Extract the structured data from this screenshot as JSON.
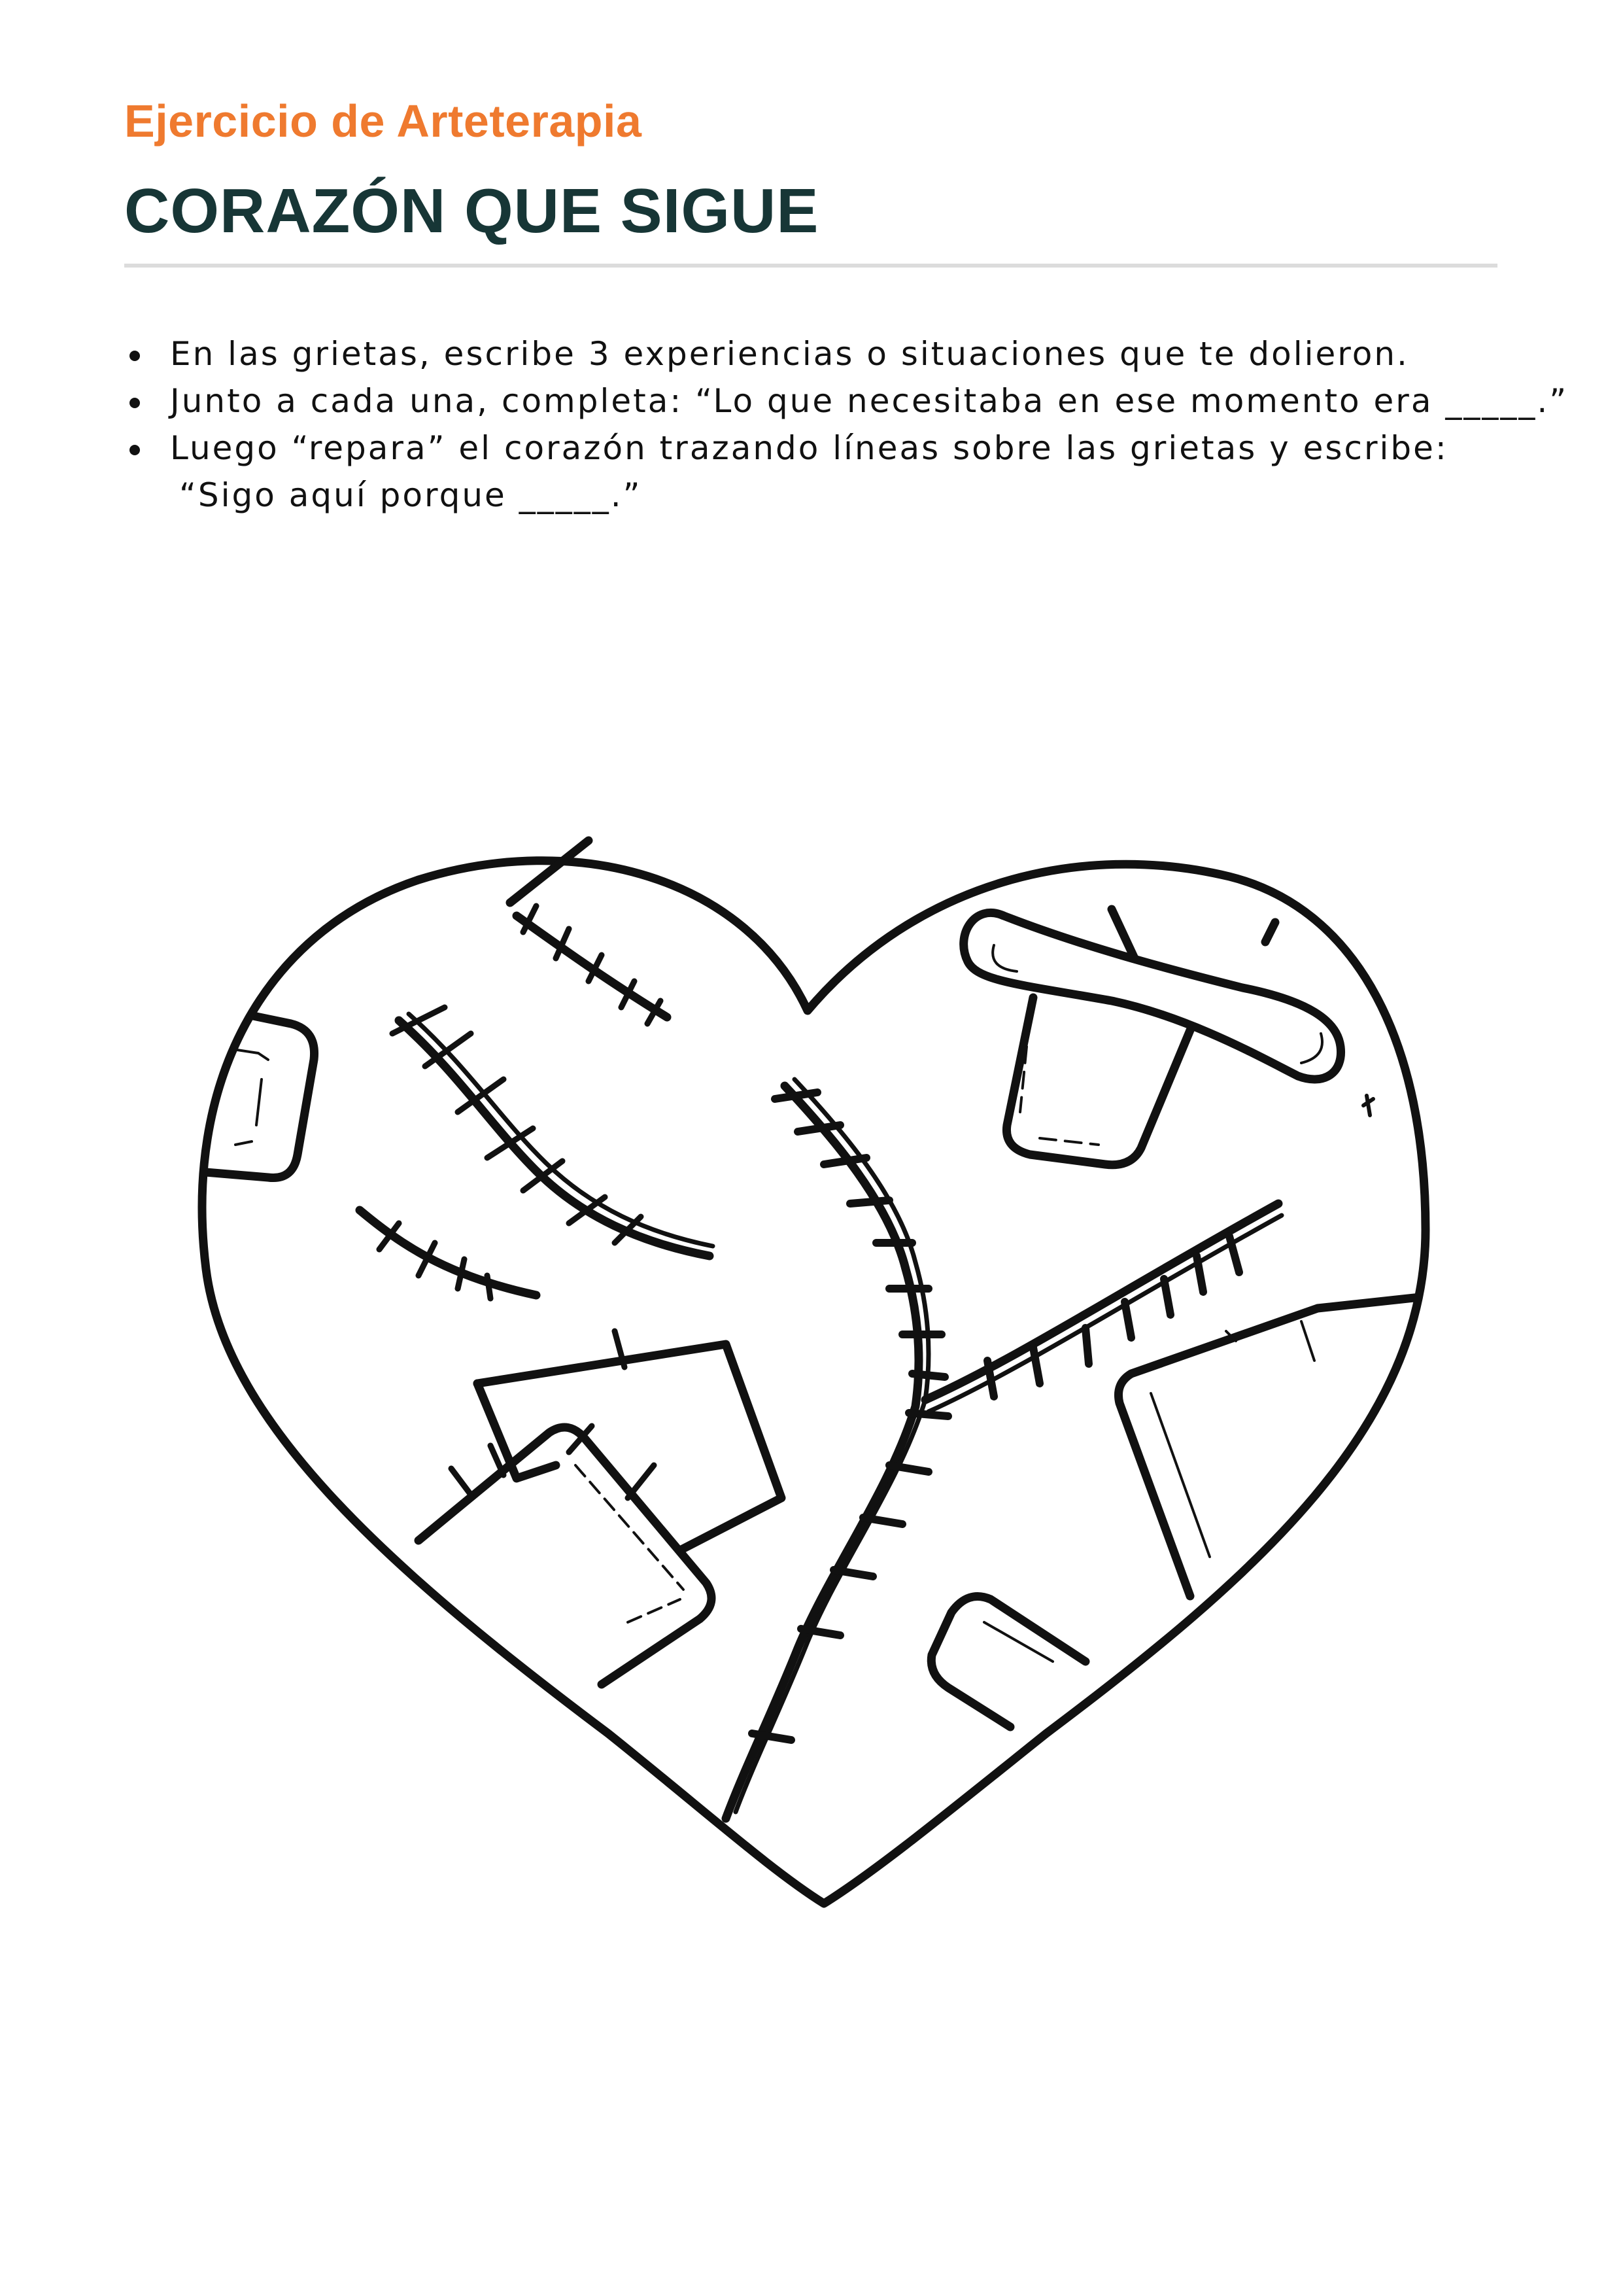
{
  "header": {
    "subtitle": "Ejercicio de Arteterapia",
    "title": "CORAZÓN QUE SIGUE"
  },
  "instructions": [
    {
      "text": "En las grietas, escribe 3 experiencias o situaciones que te dolieron."
    },
    {
      "text": "Junto a cada una, completa: “Lo que necesitaba en ese momento era _____.”"
    },
    {
      "text": "Luego “repara” el corazón trazando líneas sobre las grietas y escribe:",
      "continuation": "“Sigo aquí porque _____.”"
    }
  ],
  "colors": {
    "accent": "#ef7a2f",
    "title": "#173636",
    "rule": "#dcdcdc",
    "ink": "#111111"
  },
  "illustration": {
    "icon": "stitched-heart-icon"
  }
}
